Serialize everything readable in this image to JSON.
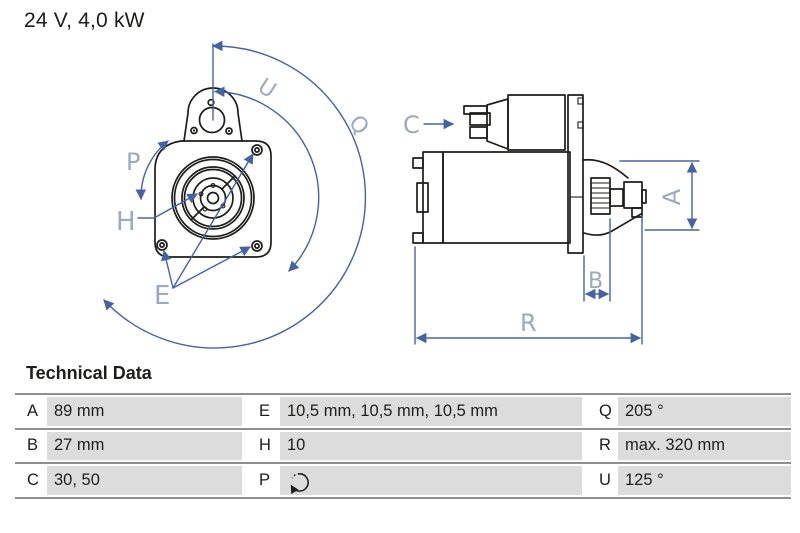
{
  "header": {
    "title": "24 V, 4,0 kW"
  },
  "diagram": {
    "description": "starter-motor two-view technical drawing",
    "dim_labels": {
      "U": "U",
      "Q": "Q",
      "P": "P",
      "H": "H",
      "E": "E",
      "C": "C",
      "A": "A",
      "B": "B",
      "R": "R"
    }
  },
  "table": {
    "title": "Technical Data",
    "rows": [
      [
        {
          "k": "A",
          "v": "89 mm"
        },
        {
          "k": "E",
          "v": "10,5 mm, 10,5 mm, 10,5 mm"
        },
        {
          "k": "Q",
          "v": "205 °"
        }
      ],
      [
        {
          "k": "B",
          "v": "27 mm"
        },
        {
          "k": "H",
          "v": "10"
        },
        {
          "k": "R",
          "v": "max. 320 mm"
        }
      ],
      [
        {
          "k": "C",
          "v": "30, 50"
        },
        {
          "k": "P",
          "v": "",
          "icon": "rotation-direction-icon"
        },
        {
          "k": "U",
          "v": "125 °"
        }
      ]
    ]
  },
  "colors": {
    "outline_black": "#1d1d1b",
    "dimension_blue": "#4363a6",
    "dim_label_gray_blue": "#9da8c2",
    "table_value_bg": "#dcdcdc",
    "table_rule": "#8f8f8f",
    "background": "#ffffff"
  }
}
